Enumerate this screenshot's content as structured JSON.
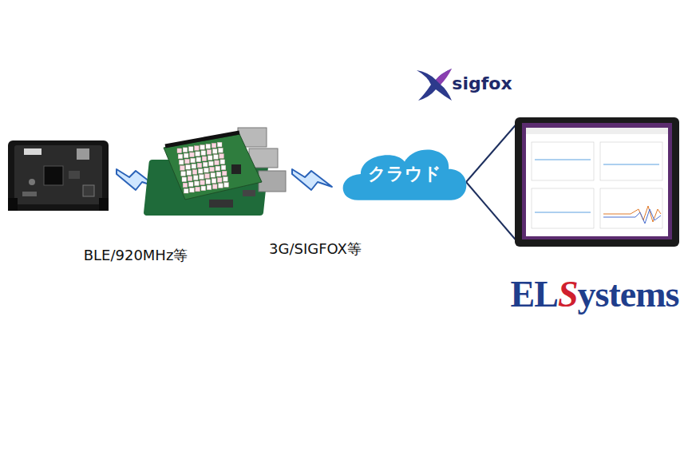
{
  "diagram": {
    "nodes": [
      {
        "text": [
          "クラウド"
        ]
      }
    ],
    "labels": [
      "BLE/920MHz等",
      "3G/SIGFOX等",
      "sigfox",
      "ELSystems"
    ]
  }
}
